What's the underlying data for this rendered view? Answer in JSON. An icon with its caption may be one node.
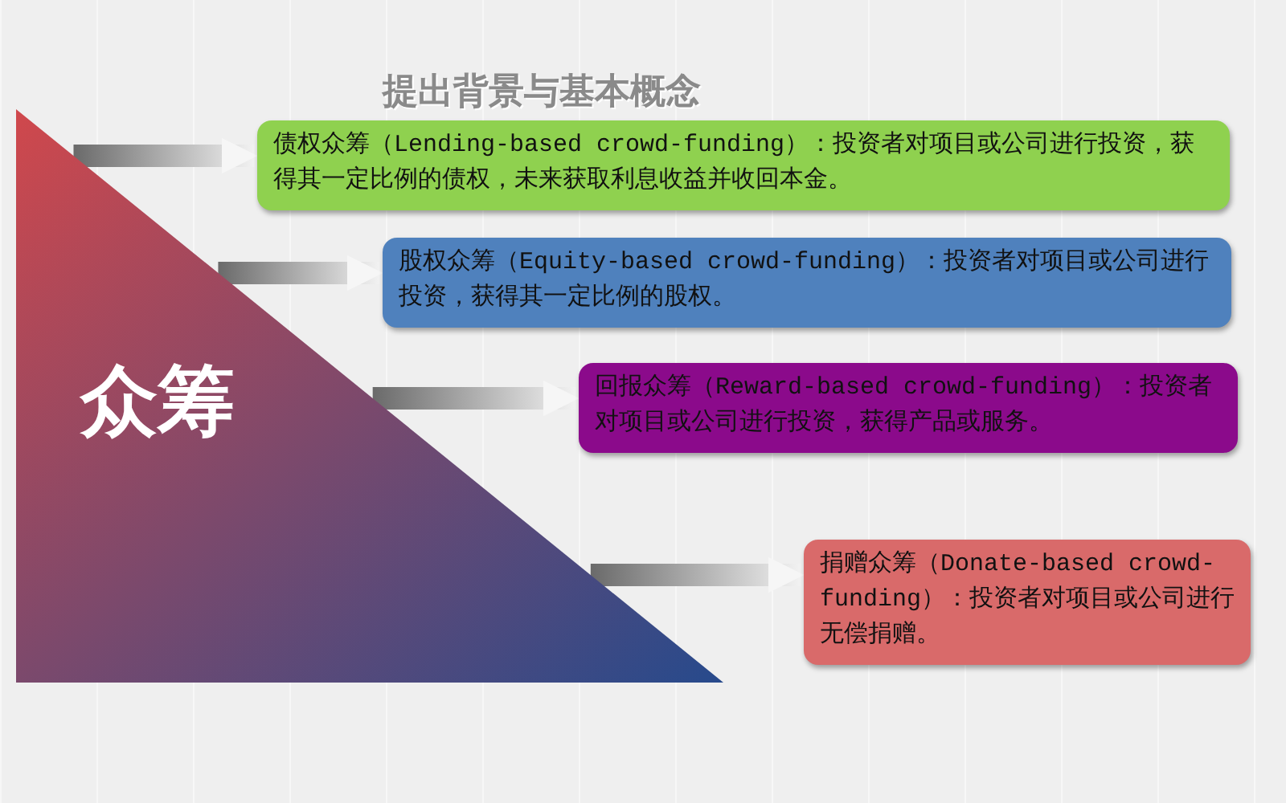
{
  "diagram": {
    "title": "提出背景与基本概念",
    "nodes": [
      {
        "text": [
          "众筹"
        ]
      },
      {
        "text": [
          "债权众筹（Lending-based crowd-funding）：投资者对项目或公司进行投资，获得其一定比例的债权，未来获取利息收益并收回本金。"
        ]
      },
      {
        "text": [
          "股权众筹（Equity-based crowd-funding）：投资者对项目或公司进行投资，获得其一定比例的股权。"
        ]
      },
      {
        "text": [
          "回报众筹（Reward-based crowd-funding）：投资者对项目或公司进行投资，获得产品或服务。"
        ]
      },
      {
        "text": [
          "捐赠众筹（Donate-based crowd-funding）：投资者对项目或公司进行无偿捐赠。"
        ]
      }
    ],
    "edges": [
      {
        "from": 0,
        "to": 1,
        "arrow": "to"
      },
      {
        "from": 0,
        "to": 2,
        "arrow": "to"
      },
      {
        "from": 0,
        "to": 3,
        "arrow": "to"
      },
      {
        "from": 0,
        "to": 4,
        "arrow": "to"
      }
    ]
  }
}
